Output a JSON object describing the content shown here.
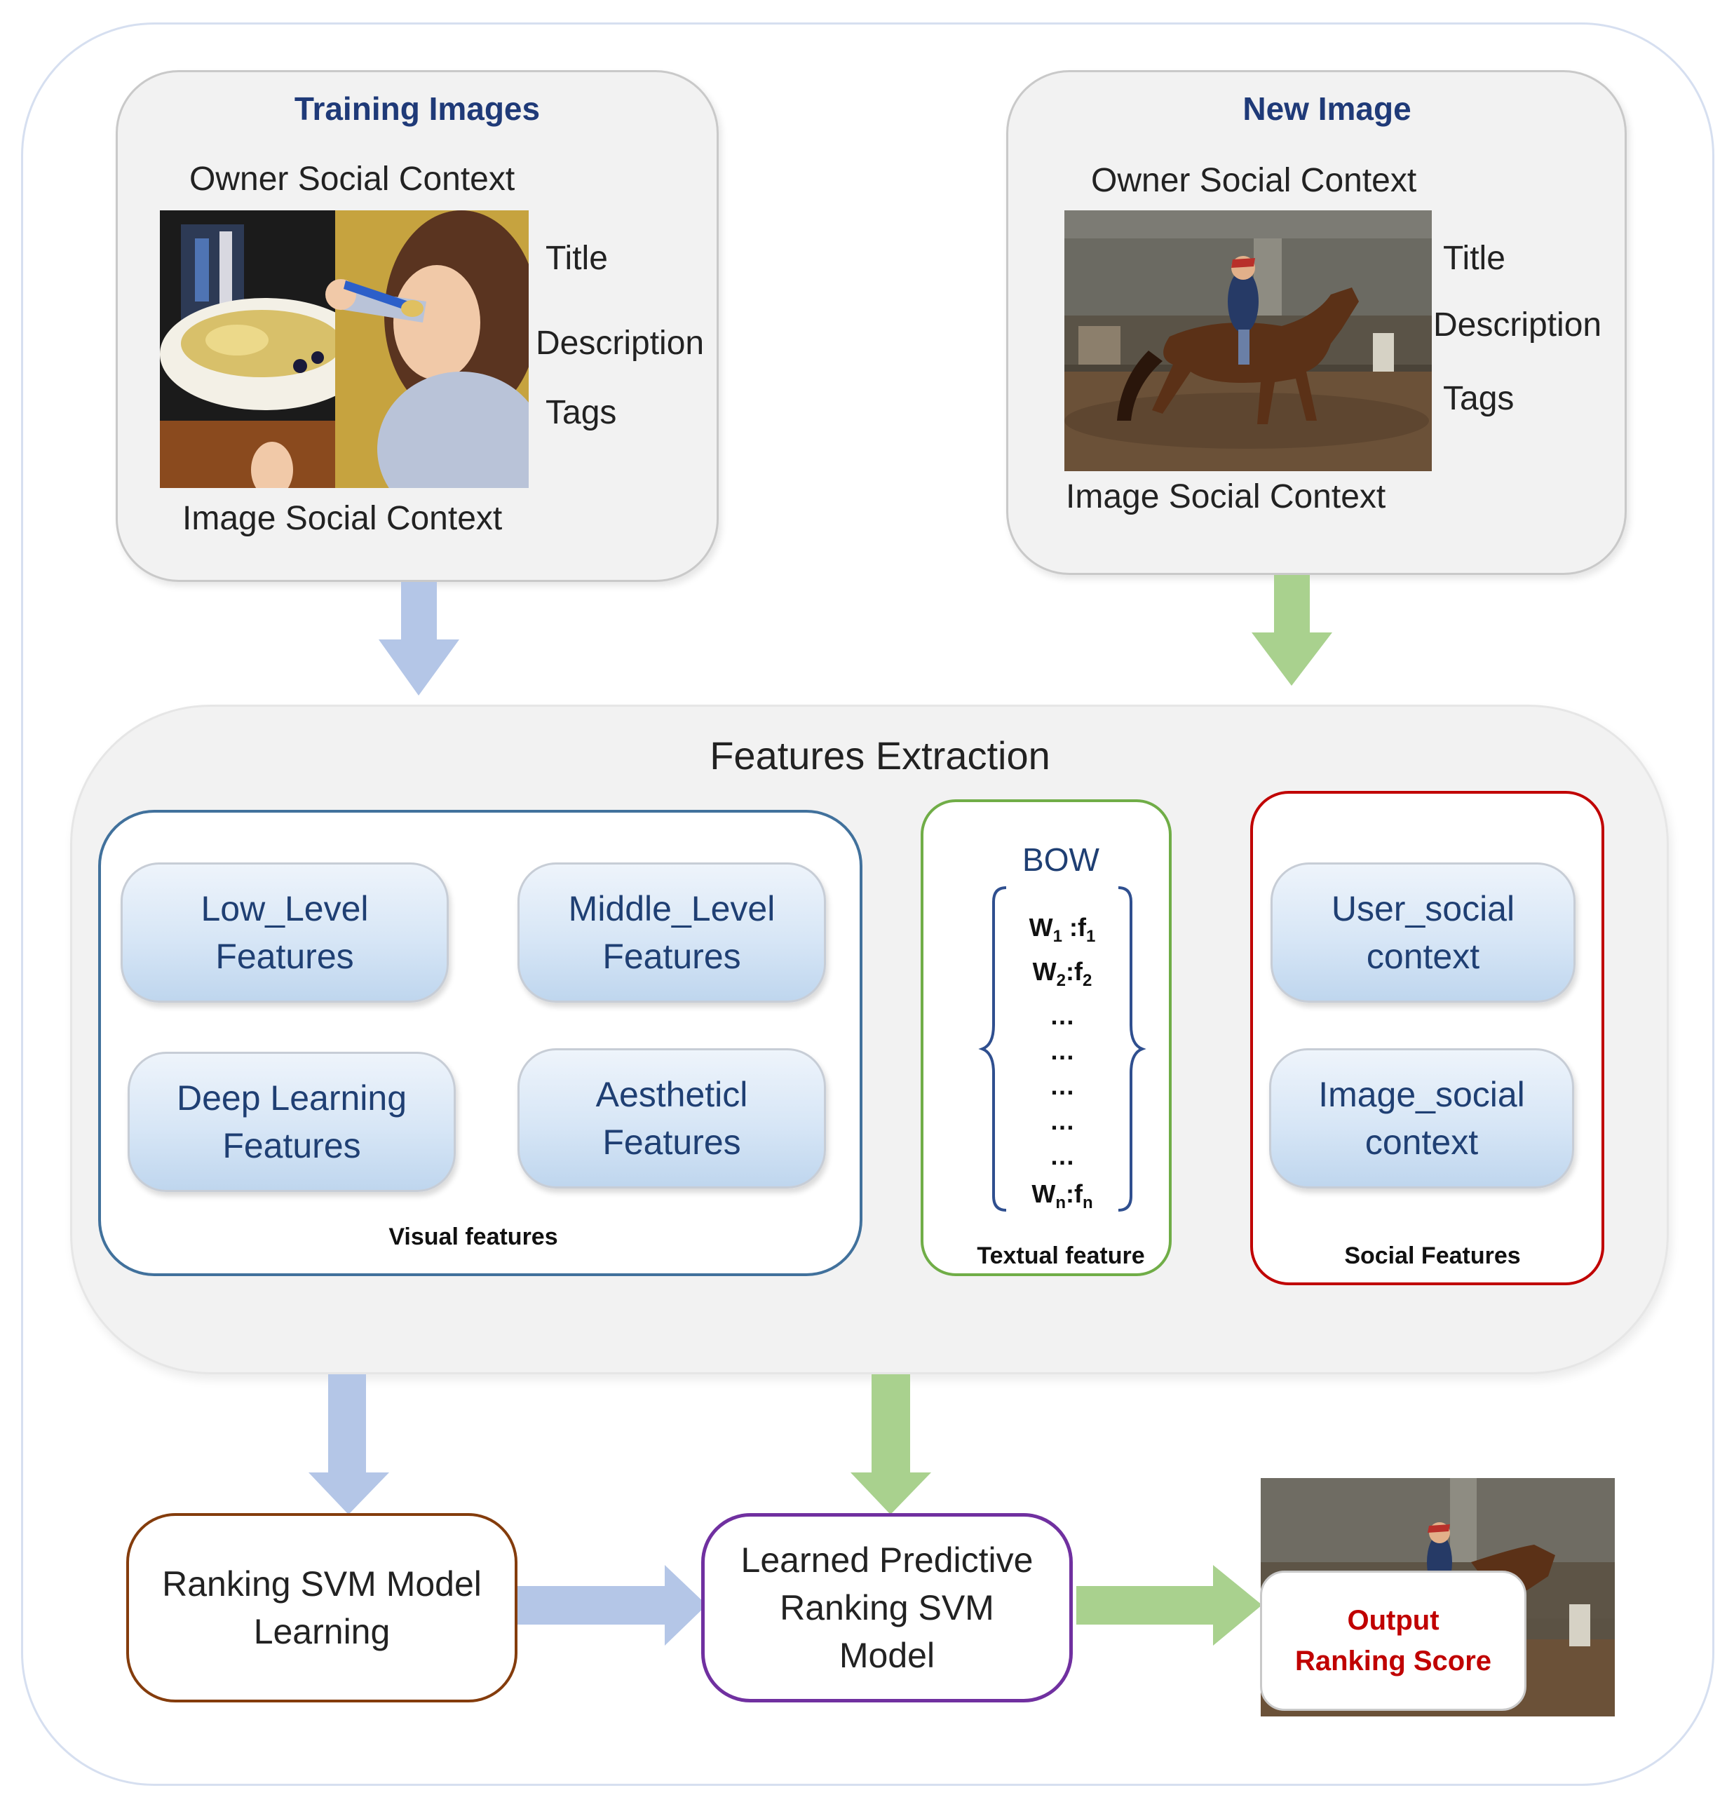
{
  "training": {
    "title": "Training Images",
    "owner_context": "Owner Social Context",
    "title_label": "Title",
    "description_label": "Description",
    "tags_label": "Tags",
    "image_context": "Image Social Context"
  },
  "new_image": {
    "title": "New Image",
    "owner_context": "Owner Social Context",
    "title_label": "Title",
    "description_label": "Description",
    "tags_label": "Tags",
    "image_context": "Image Social Context"
  },
  "features": {
    "title": "Features Extraction",
    "visual": {
      "caption": "Visual features",
      "items": [
        {
          "line1": "Low_Level",
          "line2": "Features"
        },
        {
          "line1": "Middle_Level",
          "line2": "Features"
        },
        {
          "line1": "Deep Learning",
          "line2": "Features"
        },
        {
          "line1": "Aestheticl",
          "line2": "Features"
        }
      ]
    },
    "textual": {
      "caption": "Textual feature",
      "bow": "BOW",
      "w_letter": "W",
      "f_letter": "f",
      "sub1": "1",
      "sub2": "2",
      "subn": "n",
      "sep1": " :",
      "sep2": ":",
      "sepn": ":",
      "ellipsis": "…"
    },
    "social": {
      "caption": "Social Features",
      "items": [
        {
          "line1": "User_social",
          "line2": "context"
        },
        {
          "line1": "Image_social",
          "line2": "context"
        }
      ]
    }
  },
  "bottom": {
    "svm_learning": {
      "line1": "Ranking SVM Model",
      "line2": "Learning"
    },
    "learned_model": {
      "line1": "Learned Predictive",
      "line2": "Ranking SVM",
      "line3": "Model"
    },
    "output": {
      "line1": "Output",
      "line2": "Ranking Score"
    }
  },
  "colors": {
    "title_blue": "#1f3a78",
    "arrow_blue": "#b4c6e7",
    "arrow_green": "#a9d18e",
    "visual_border": "#41719c",
    "textual_border": "#70ad47",
    "social_border": "#c00000",
    "svm_border": "#843c0c",
    "model_border": "#7030a0",
    "output_red": "#c00000"
  }
}
